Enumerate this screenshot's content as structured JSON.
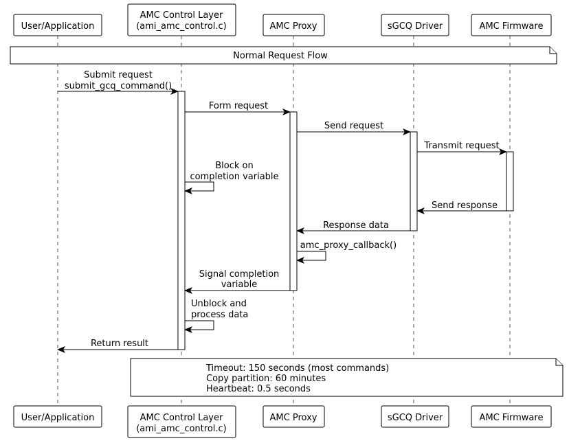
{
  "participants": [
    {
      "id": "user",
      "lines": [
        "User/Application"
      ]
    },
    {
      "id": "control",
      "lines": [
        "AMC Control Layer",
        "(ami_amc_control.c)"
      ]
    },
    {
      "id": "proxy",
      "lines": [
        "AMC Proxy"
      ]
    },
    {
      "id": "driver",
      "lines": [
        "sGCQ Driver"
      ]
    },
    {
      "id": "firmware",
      "lines": [
        "AMC Firmware"
      ]
    }
  ],
  "notes": {
    "flow": "Normal Request Flow",
    "timeouts": [
      "Timeout: 150 seconds (most commands)",
      "Copy partition: 60 minutes",
      "Heartbeat: 0.5 seconds"
    ]
  },
  "messages": [
    {
      "from": "user",
      "to": "control",
      "lines": [
        "Submit request",
        "submit_gcq_command()"
      ]
    },
    {
      "from": "control",
      "to": "proxy",
      "lines": [
        "Form request"
      ]
    },
    {
      "from": "proxy",
      "to": "driver",
      "lines": [
        "Send request"
      ]
    },
    {
      "from": "driver",
      "to": "firmware",
      "lines": [
        "Transmit request"
      ]
    },
    {
      "from": "control",
      "to": "control",
      "lines": [
        "Block on",
        "completion variable"
      ]
    },
    {
      "from": "firmware",
      "to": "driver",
      "lines": [
        "Send response"
      ]
    },
    {
      "from": "driver",
      "to": "proxy",
      "lines": [
        "Response data"
      ]
    },
    {
      "from": "proxy",
      "to": "proxy",
      "lines": [
        "amc_proxy_callback()"
      ]
    },
    {
      "from": "proxy",
      "to": "control",
      "lines": [
        "Signal completion",
        "variable"
      ]
    },
    {
      "from": "control",
      "to": "control",
      "lines": [
        "Unblock and",
        "process data"
      ]
    },
    {
      "from": "control",
      "to": "user",
      "lines": [
        "Return result"
      ]
    }
  ]
}
